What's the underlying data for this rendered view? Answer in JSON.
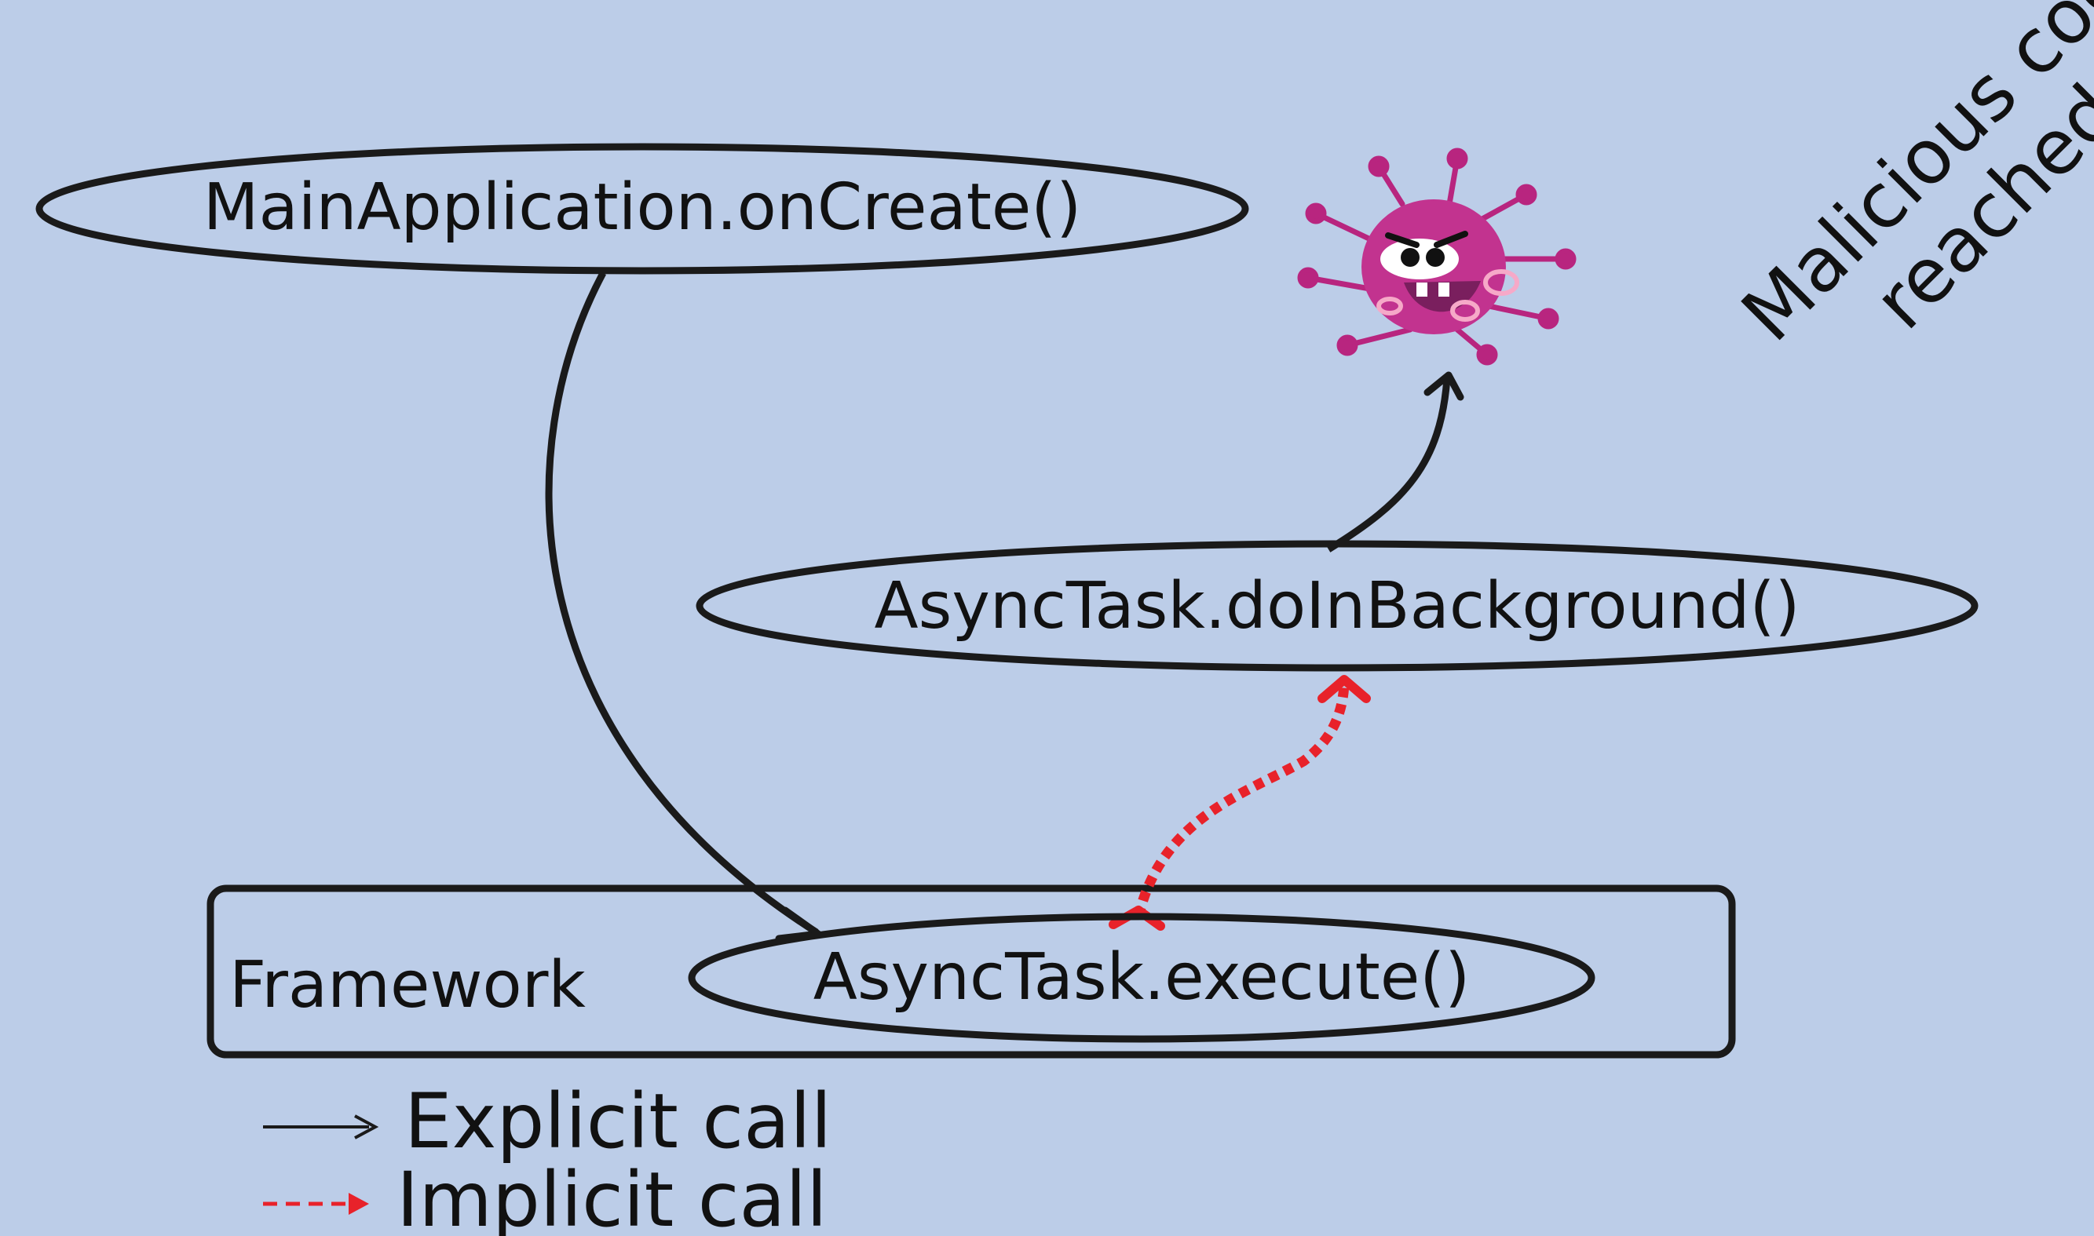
{
  "nodes": {
    "main_oncreate": "MainApplication.onCreate()",
    "do_in_background": "AsyncTask.doInBackground()",
    "execute": "AsyncTask.execute()"
  },
  "framework_label": "Framework",
  "annotation": {
    "line1": "Malicious code",
    "line2": "reached"
  },
  "legend": {
    "explicit": "Explicit call",
    "implicit": "Implicit call"
  },
  "colors": {
    "background": "#bccde8",
    "explicit_edge": "#1a1a1a",
    "implicit_edge": "#e8222a",
    "virus_body": "#c2338f"
  },
  "icons": [
    "malware-virus-icon"
  ]
}
